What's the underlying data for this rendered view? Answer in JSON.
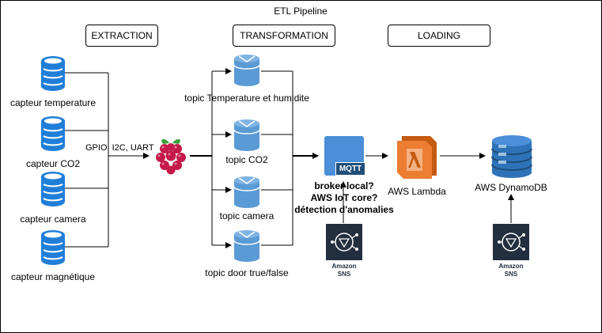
{
  "title": "ETL Pipeline",
  "stages": [
    {
      "label": "EXTRACTION"
    },
    {
      "label": "TRANSFORMATION"
    },
    {
      "label": "LOADING"
    }
  ],
  "sensors": [
    {
      "label": "capteur temperature"
    },
    {
      "label": "capteur CO2"
    },
    {
      "label": "capteur camera"
    },
    {
      "label": "capteur magnétique"
    }
  ],
  "bus_label": "GPIO, I2C, UART",
  "topics": [
    {
      "label": "topic Temperature et humidite"
    },
    {
      "label": "topic CO2"
    },
    {
      "label": "topic camera"
    },
    {
      "label": "topic door true/false"
    }
  ],
  "mqtt": {
    "badge": "MQTT",
    "notes": [
      "broker local?",
      "AWS IoT core?",
      "détection d'anomalies"
    ]
  },
  "lambda": {
    "label": "AWS Lambda"
  },
  "dynamodb": {
    "label": "AWS DynamoDB"
  },
  "sns": [
    {
      "line1": "Amazon",
      "line2": "SNS"
    },
    {
      "line1": "Amazon",
      "line2": "SNS"
    }
  ],
  "colors": {
    "sensor_blue": "#1f7fd8",
    "topic_blue": "#5b9bd5",
    "raspberry_red": "#c51a4a",
    "leaf_green": "#3aa03a",
    "iot_blue": "#4a8fd8",
    "lambda_orange": "#ed7d31",
    "dynamo_blue": "#2e73b8",
    "sns_dark": "#232f3e"
  }
}
